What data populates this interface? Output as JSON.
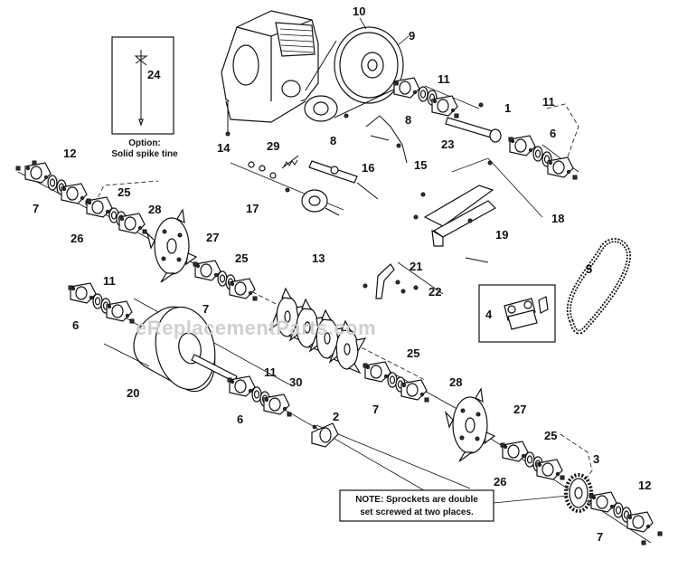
{
  "watermark": "eReplacementParts.com",
  "option_box": {
    "number": "24",
    "title": "Option:",
    "subtitle": "Solid spike tine"
  },
  "note_box": {
    "line1": "NOTE: Sprockets are double",
    "line2": "set screwed at two places."
  },
  "inset_box": {
    "number": "4"
  },
  "callouts": [
    "10",
    "9",
    "11",
    "1",
    "8",
    "23",
    "14",
    "29",
    "8",
    "16",
    "15",
    "11",
    "6",
    "12",
    "7",
    "25",
    "26",
    "28",
    "27",
    "17",
    "18",
    "19",
    "5",
    "21",
    "13",
    "22",
    "11",
    "25",
    "4",
    "6",
    "7",
    "20",
    "11",
    "30",
    "25",
    "6",
    "7",
    "28",
    "2",
    "27",
    "25",
    "26",
    "3",
    "12",
    "7"
  ]
}
